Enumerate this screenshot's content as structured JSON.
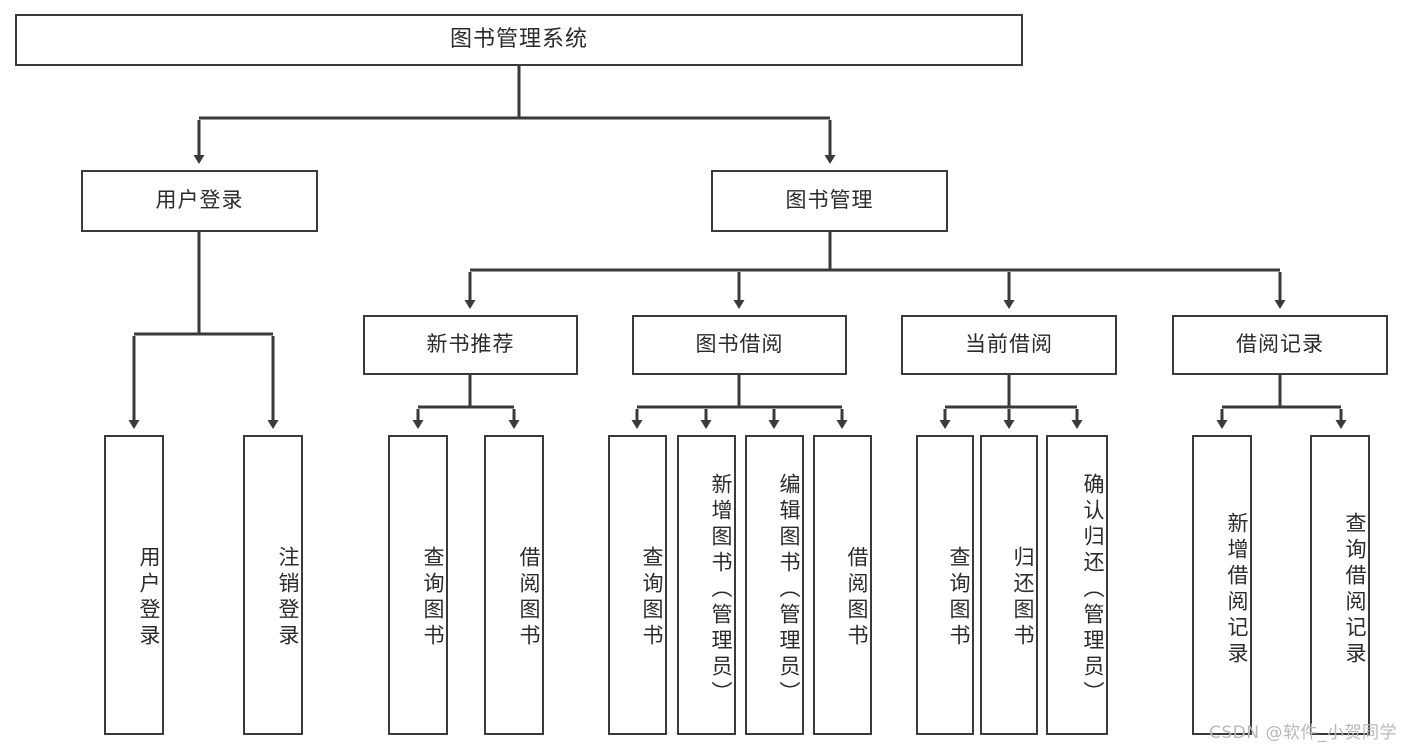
{
  "diagram": {
    "type": "tree-hierarchy-diagram",
    "title": "图书管理系统",
    "orientation": "top-down",
    "levels": 4,
    "root": {
      "id": "root",
      "label": "图书管理系统",
      "text_direction": "horizontal"
    },
    "level2": [
      {
        "id": "user-login",
        "label": "用户登录",
        "text_direction": "horizontal"
      },
      {
        "id": "book-management",
        "label": "图书管理",
        "text_direction": "horizontal"
      }
    ],
    "level3": [
      {
        "id": "new-book-recommend",
        "label": "新书推荐",
        "parent": "book-management",
        "text_direction": "horizontal"
      },
      {
        "id": "book-borrow",
        "label": "图书借阅",
        "parent": "book-management",
        "text_direction": "horizontal"
      },
      {
        "id": "current-borrow",
        "label": "当前借阅",
        "parent": "book-management",
        "text_direction": "horizontal"
      },
      {
        "id": "borrow-record",
        "label": "借阅记录",
        "parent": "book-management",
        "text_direction": "horizontal"
      }
    ],
    "leaves": [
      {
        "id": "leaf-user-login",
        "label": "用户登录",
        "parent": "user-login",
        "text_direction": "vertical"
      },
      {
        "id": "leaf-logout",
        "label": "注销登录",
        "parent": "user-login",
        "text_direction": "vertical"
      },
      {
        "id": "leaf-query-book-1",
        "label": "查询图书",
        "parent": "new-book-recommend",
        "text_direction": "vertical"
      },
      {
        "id": "leaf-borrow-book-1",
        "label": "借阅图书",
        "parent": "new-book-recommend",
        "text_direction": "vertical"
      },
      {
        "id": "leaf-query-book-2",
        "label": "查询图书",
        "parent": "book-borrow",
        "text_direction": "vertical"
      },
      {
        "id": "leaf-add-book",
        "label": "新增图书（管理员）",
        "parent": "book-borrow",
        "text_direction": "vertical"
      },
      {
        "id": "leaf-edit-book",
        "label": "编辑图书（管理员）",
        "parent": "book-borrow",
        "text_direction": "vertical"
      },
      {
        "id": "leaf-borrow-book-2",
        "label": "借阅图书",
        "parent": "book-borrow",
        "text_direction": "vertical"
      },
      {
        "id": "leaf-query-book-3",
        "label": "查询图书",
        "parent": "current-borrow",
        "text_direction": "vertical"
      },
      {
        "id": "leaf-return-book",
        "label": "归还图书",
        "parent": "current-borrow",
        "text_direction": "vertical"
      },
      {
        "id": "leaf-confirm-return",
        "label": "确认归还（管理员）",
        "parent": "current-borrow",
        "text_direction": "vertical"
      },
      {
        "id": "leaf-add-record",
        "label": "新增借阅记录",
        "parent": "borrow-record",
        "text_direction": "vertical"
      },
      {
        "id": "leaf-query-record",
        "label": "查询借阅记录",
        "parent": "borrow-record",
        "text_direction": "vertical"
      }
    ],
    "colors": {
      "box_border": "#3a3a3a",
      "box_fill": "#ffffff",
      "connector": "#3a3a3a",
      "text": "#2b2b2b",
      "background": "#ffffff",
      "watermark": "#b9b9b9"
    }
  },
  "watermark": {
    "text": "CSDN @软件_小贺同学"
  }
}
